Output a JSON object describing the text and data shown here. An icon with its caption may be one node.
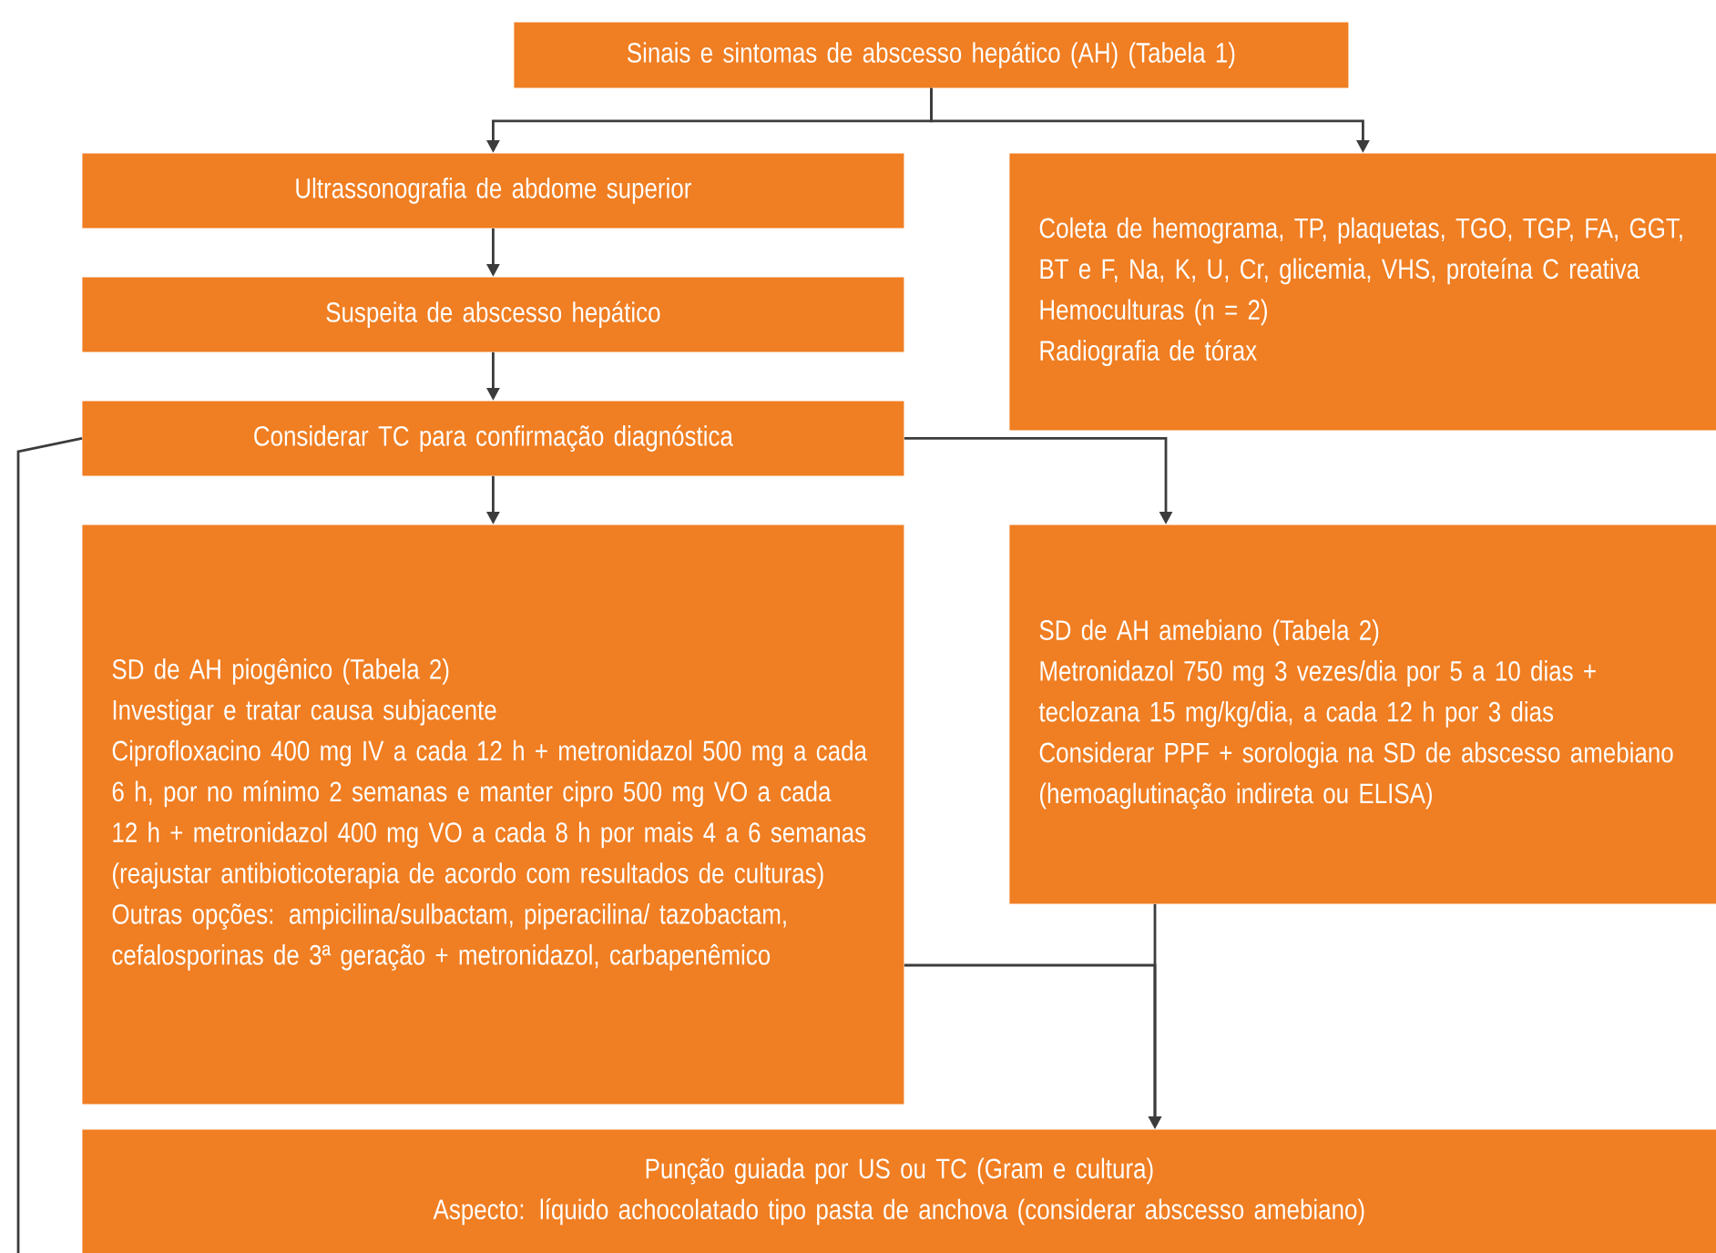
{
  "diagram": {
    "nodes": [
      {
        "text": [
          "Sinais e sintomas de abscesso hepático (AH) (Tabela 1)"
        ]
      },
      {
        "text": [
          "Ultrassonografia de abdome superior"
        ]
      },
      {
        "text": [
          "Coleta de hemograma, TP, plaquetas, TGO, TGP, FA, GGT, BT e F, Na, K, U, Cr, glicemia, VHS, proteína C reativa",
          "Hemoculturas (n = 2)",
          "Radiografia de tórax"
        ]
      },
      {
        "text": [
          "Suspeita de abscesso hepático"
        ]
      },
      {
        "text": [
          "Considerar TC para confirmação diagnóstica"
        ]
      },
      {
        "text": [
          "SD de AH piogênico (Tabela 2)",
          "Investigar e tratar causa subjacente",
          "Ciprofloxacino 400 mg IV a cada 12 h + metronidazol 500 mg a cada 6 h, por no mínimo 2 semanas e manter cipro 500 mg VO a cada 12 h + metronidazol 400 mg VO a cada 8 h por mais 4 a 6 semanas (reajustar antibioticoterapia de acordo com resultados de culturas)",
          "Outras opções: ampicilina/sulbactam, piperacilina/ tazobactam, cefalosporinas de 3ª geração + metronidazol, carbapenêmico"
        ]
      },
      {
        "text": [
          "SD de AH amebiano (Tabela 2)",
          "Metronidazol 750 mg 3 vezes/dia por 5 a 10 dias + teclozana 15 mg/kg/dia, a cada 12 h por 3 dias",
          "Considerar PPF + sorologia na SD de abscesso amebiano (hemoaglutinação indireta ou ELISA)"
        ]
      },
      {
        "text": [
          "Punção guiada por US ou TC (Gram e cultura)",
          "Aspecto: líquido achocolatado tipo pasta de anchova (considerar abscesso amebiano)"
        ]
      }
    ],
    "edges": [
      {
        "from": 0,
        "to": 1,
        "arrow": "to"
      },
      {
        "from": 0,
        "to": 2,
        "arrow": "to"
      },
      {
        "from": 1,
        "to": 3,
        "arrow": "to"
      },
      {
        "from": 3,
        "to": 4,
        "arrow": "to"
      },
      {
        "from": 4,
        "to": 5,
        "arrow": "to"
      },
      {
        "from": 4,
        "to": 6,
        "arrow": "to"
      },
      {
        "from": 5,
        "to": 7,
        "arrow": "to"
      },
      {
        "from": 6,
        "to": 7,
        "arrow": "to"
      },
      {
        "from": 4,
        "to": null,
        "arrow": "none"
      }
    ]
  }
}
